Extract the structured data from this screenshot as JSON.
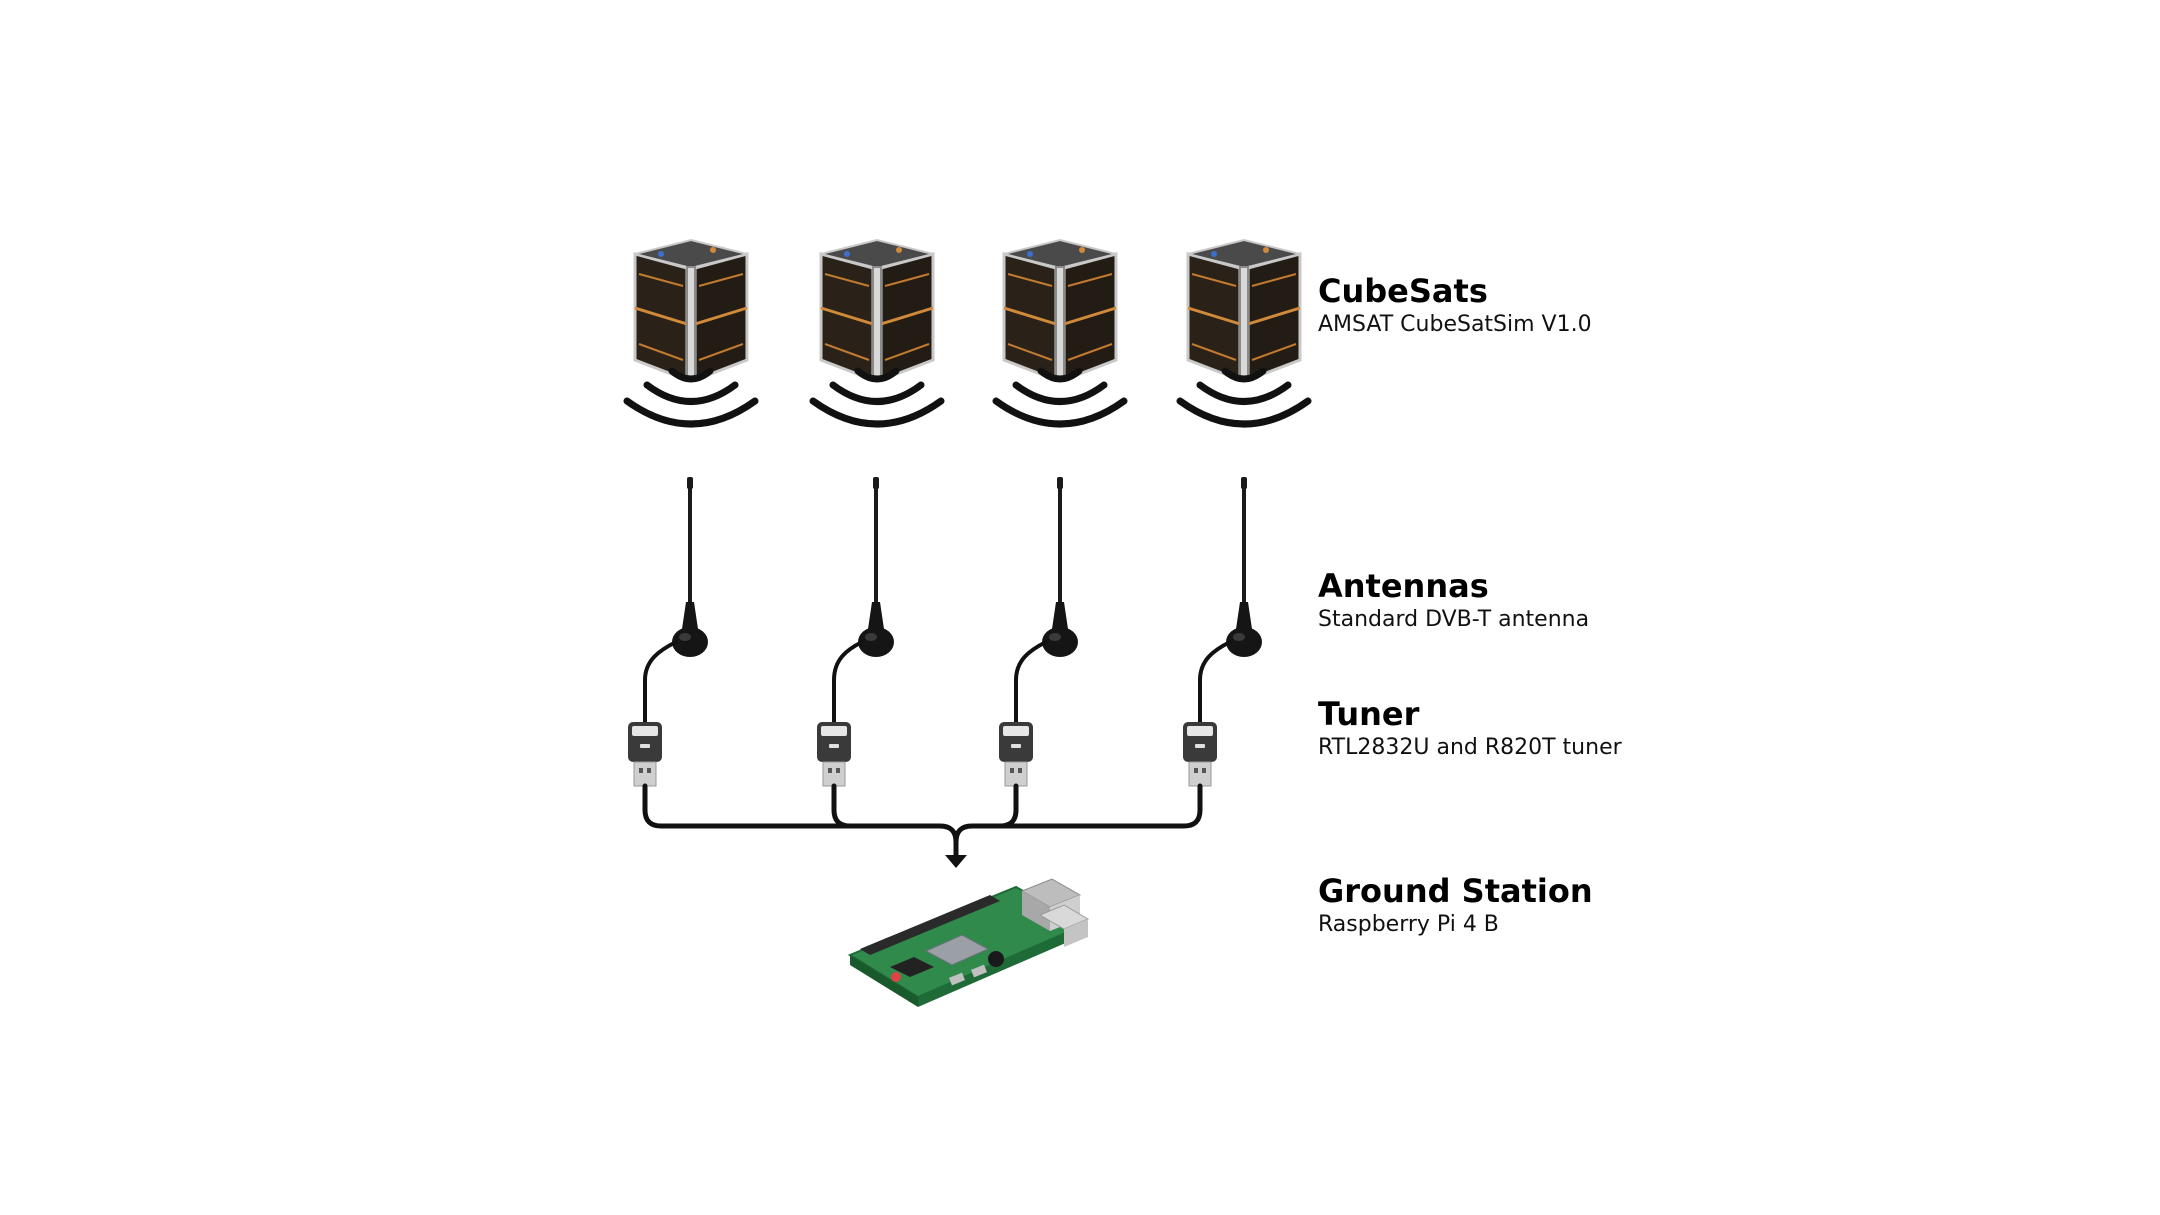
{
  "labels": {
    "cubesats": {
      "title": "CubeSats",
      "subtitle": "AMSAT CubeSatSim V1.0"
    },
    "antennas": {
      "title": "Antennas",
      "subtitle": "Standard DVB-T antenna"
    },
    "tuner": {
      "title": "Tuner",
      "subtitle": "RTL2832U and R820T tuner"
    },
    "ground_station": {
      "title": "Ground Station",
      "subtitle": "Raspberry Pi 4 B"
    }
  },
  "channels": [
    {
      "cubesat": "cubesat-1",
      "antenna": "antenna-1",
      "tuner": "tuner-1"
    },
    {
      "cubesat": "cubesat-2",
      "antenna": "antenna-2",
      "tuner": "tuner-2"
    },
    {
      "cubesat": "cubesat-3",
      "antenna": "antenna-3",
      "tuner": "tuner-3"
    },
    {
      "cubesat": "cubesat-4",
      "antenna": "antenna-4",
      "tuner": "tuner-4"
    }
  ],
  "colors": {
    "line": "#111111",
    "cube_panel": "#2a2218",
    "cube_frame": "#c9c9c9",
    "cube_accent": "#d08a3a",
    "antenna_base": "#151515",
    "tuner_body": "#3a3a3a",
    "usb_metal": "#cfcfcf",
    "pcb": "#2f8a4c",
    "pcb_dark": "#1f6b37"
  }
}
